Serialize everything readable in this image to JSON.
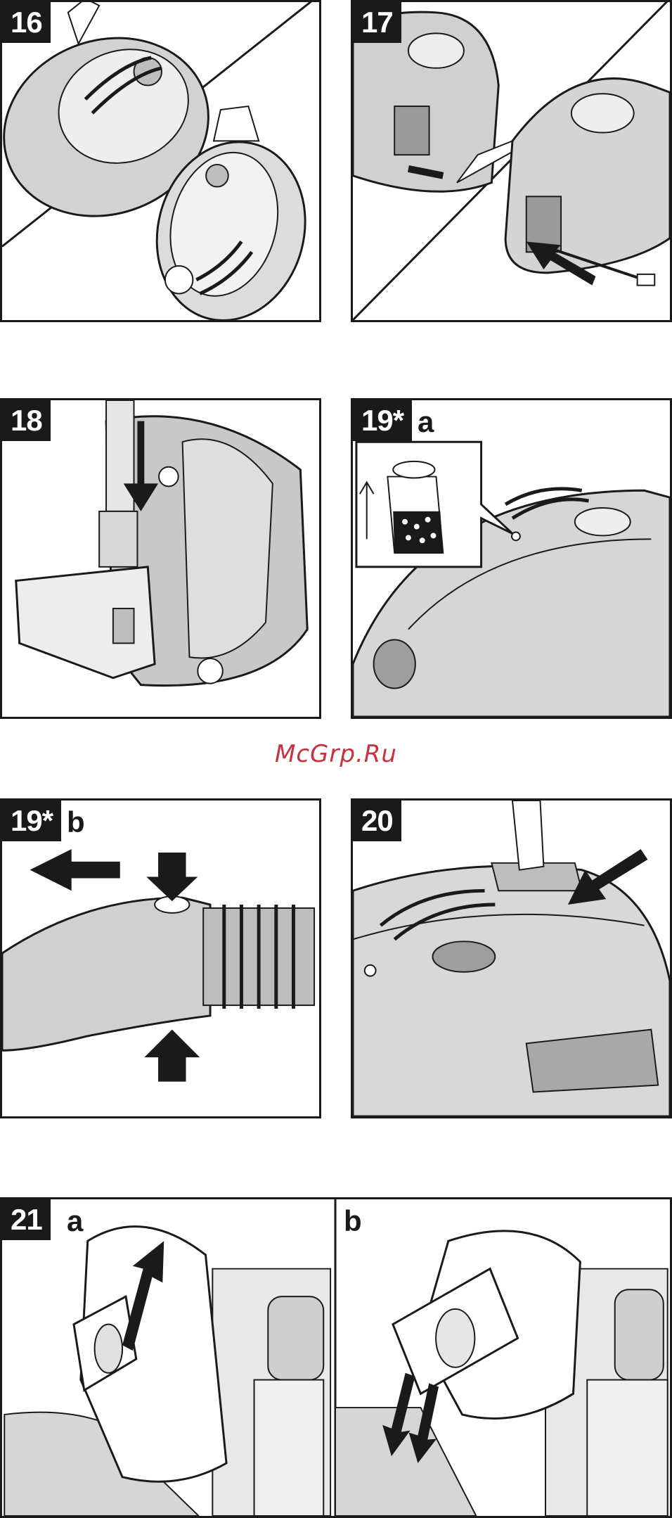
{
  "panels": {
    "p16": {
      "number": "16"
    },
    "p17": {
      "number": "17"
    },
    "p18": {
      "number": "18"
    },
    "p19a": {
      "number": "19*",
      "sub": "a"
    },
    "p19b": {
      "number": "19*",
      "sub": "b"
    },
    "p20": {
      "number": "20"
    },
    "p21": {
      "number": "21",
      "sub_a": "a",
      "sub_b": "b"
    }
  },
  "watermark": {
    "text": "McGrp.Ru"
  },
  "colors": {
    "ink": "#1a1a1a",
    "shade": "#b8b8b8",
    "light": "#e6e6e6",
    "watermark": "#c8323c"
  }
}
